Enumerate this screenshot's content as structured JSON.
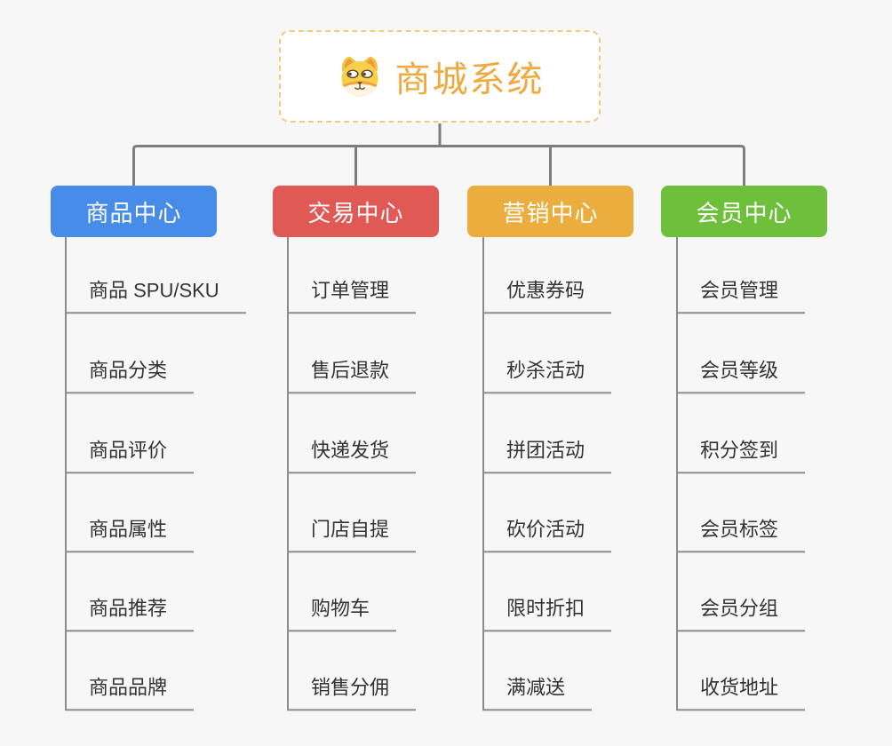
{
  "canvas": {
    "background": "#f7f7f7",
    "connector_color": "#7d7d7d",
    "leaf_line_color": "#8c8c8c",
    "leaf_text_color": "#333333"
  },
  "root": {
    "title": "商城系统",
    "icon": "dog-face-icon",
    "title_color": "#efa93e",
    "border_color": "#f4c87d"
  },
  "branches": [
    {
      "label": "商品中心",
      "color": "#478ce8",
      "items": [
        "商品 SPU/SKU",
        "商品分类",
        "商品评价",
        "商品属性",
        "商品推荐",
        "商品品牌"
      ]
    },
    {
      "label": "交易中心",
      "color": "#e15955",
      "items": [
        "订单管理",
        "售后退款",
        "快递发货",
        "门店自提",
        "购物车",
        "销售分佣"
      ]
    },
    {
      "label": "营销中心",
      "color": "#ecad3f",
      "items": [
        "优惠券码",
        "秒杀活动",
        "拼团活动",
        "砍价活动",
        "限时折扣",
        "满减送"
      ]
    },
    {
      "label": "会员中心",
      "color": "#6ec03c",
      "items": [
        "会员管理",
        "会员等级",
        "积分签到",
        "会员标签",
        "会员分组",
        "收货地址"
      ]
    }
  ]
}
